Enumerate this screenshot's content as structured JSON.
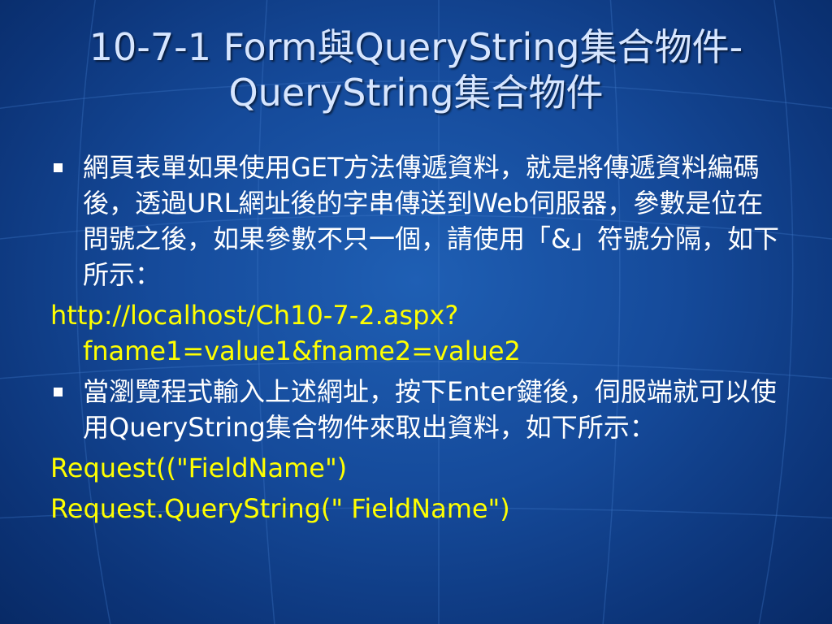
{
  "slide": {
    "title": "10-7-1 Form與QueryString集合物件-QueryString集合物件",
    "bullet1": "網頁表單如果使用GET方法傳遞資料，就是將傳遞資料編碼後，透過URL網址後的字串傳送到Web伺服器，參數是位在問號之後，如果參數不只一個，請使用「&」符號分隔，如下所示：",
    "url_example": "http://localhost/Ch10-7-2.aspx?fname1=value1&fname2=value2",
    "bullet2": "當瀏覽程式輸入上述網址，按下Enter鍵後，伺服端就可以使用QueryString集合物件來取出資料，如下所示：",
    "code1": "Request((\"FieldName\")",
    "code2": "Request.QueryString(\" FieldName\")"
  },
  "colors": {
    "title": "#d7e6ff",
    "body_text": "#ffffff",
    "code_text": "#ffff00",
    "background": "#154a9a"
  }
}
